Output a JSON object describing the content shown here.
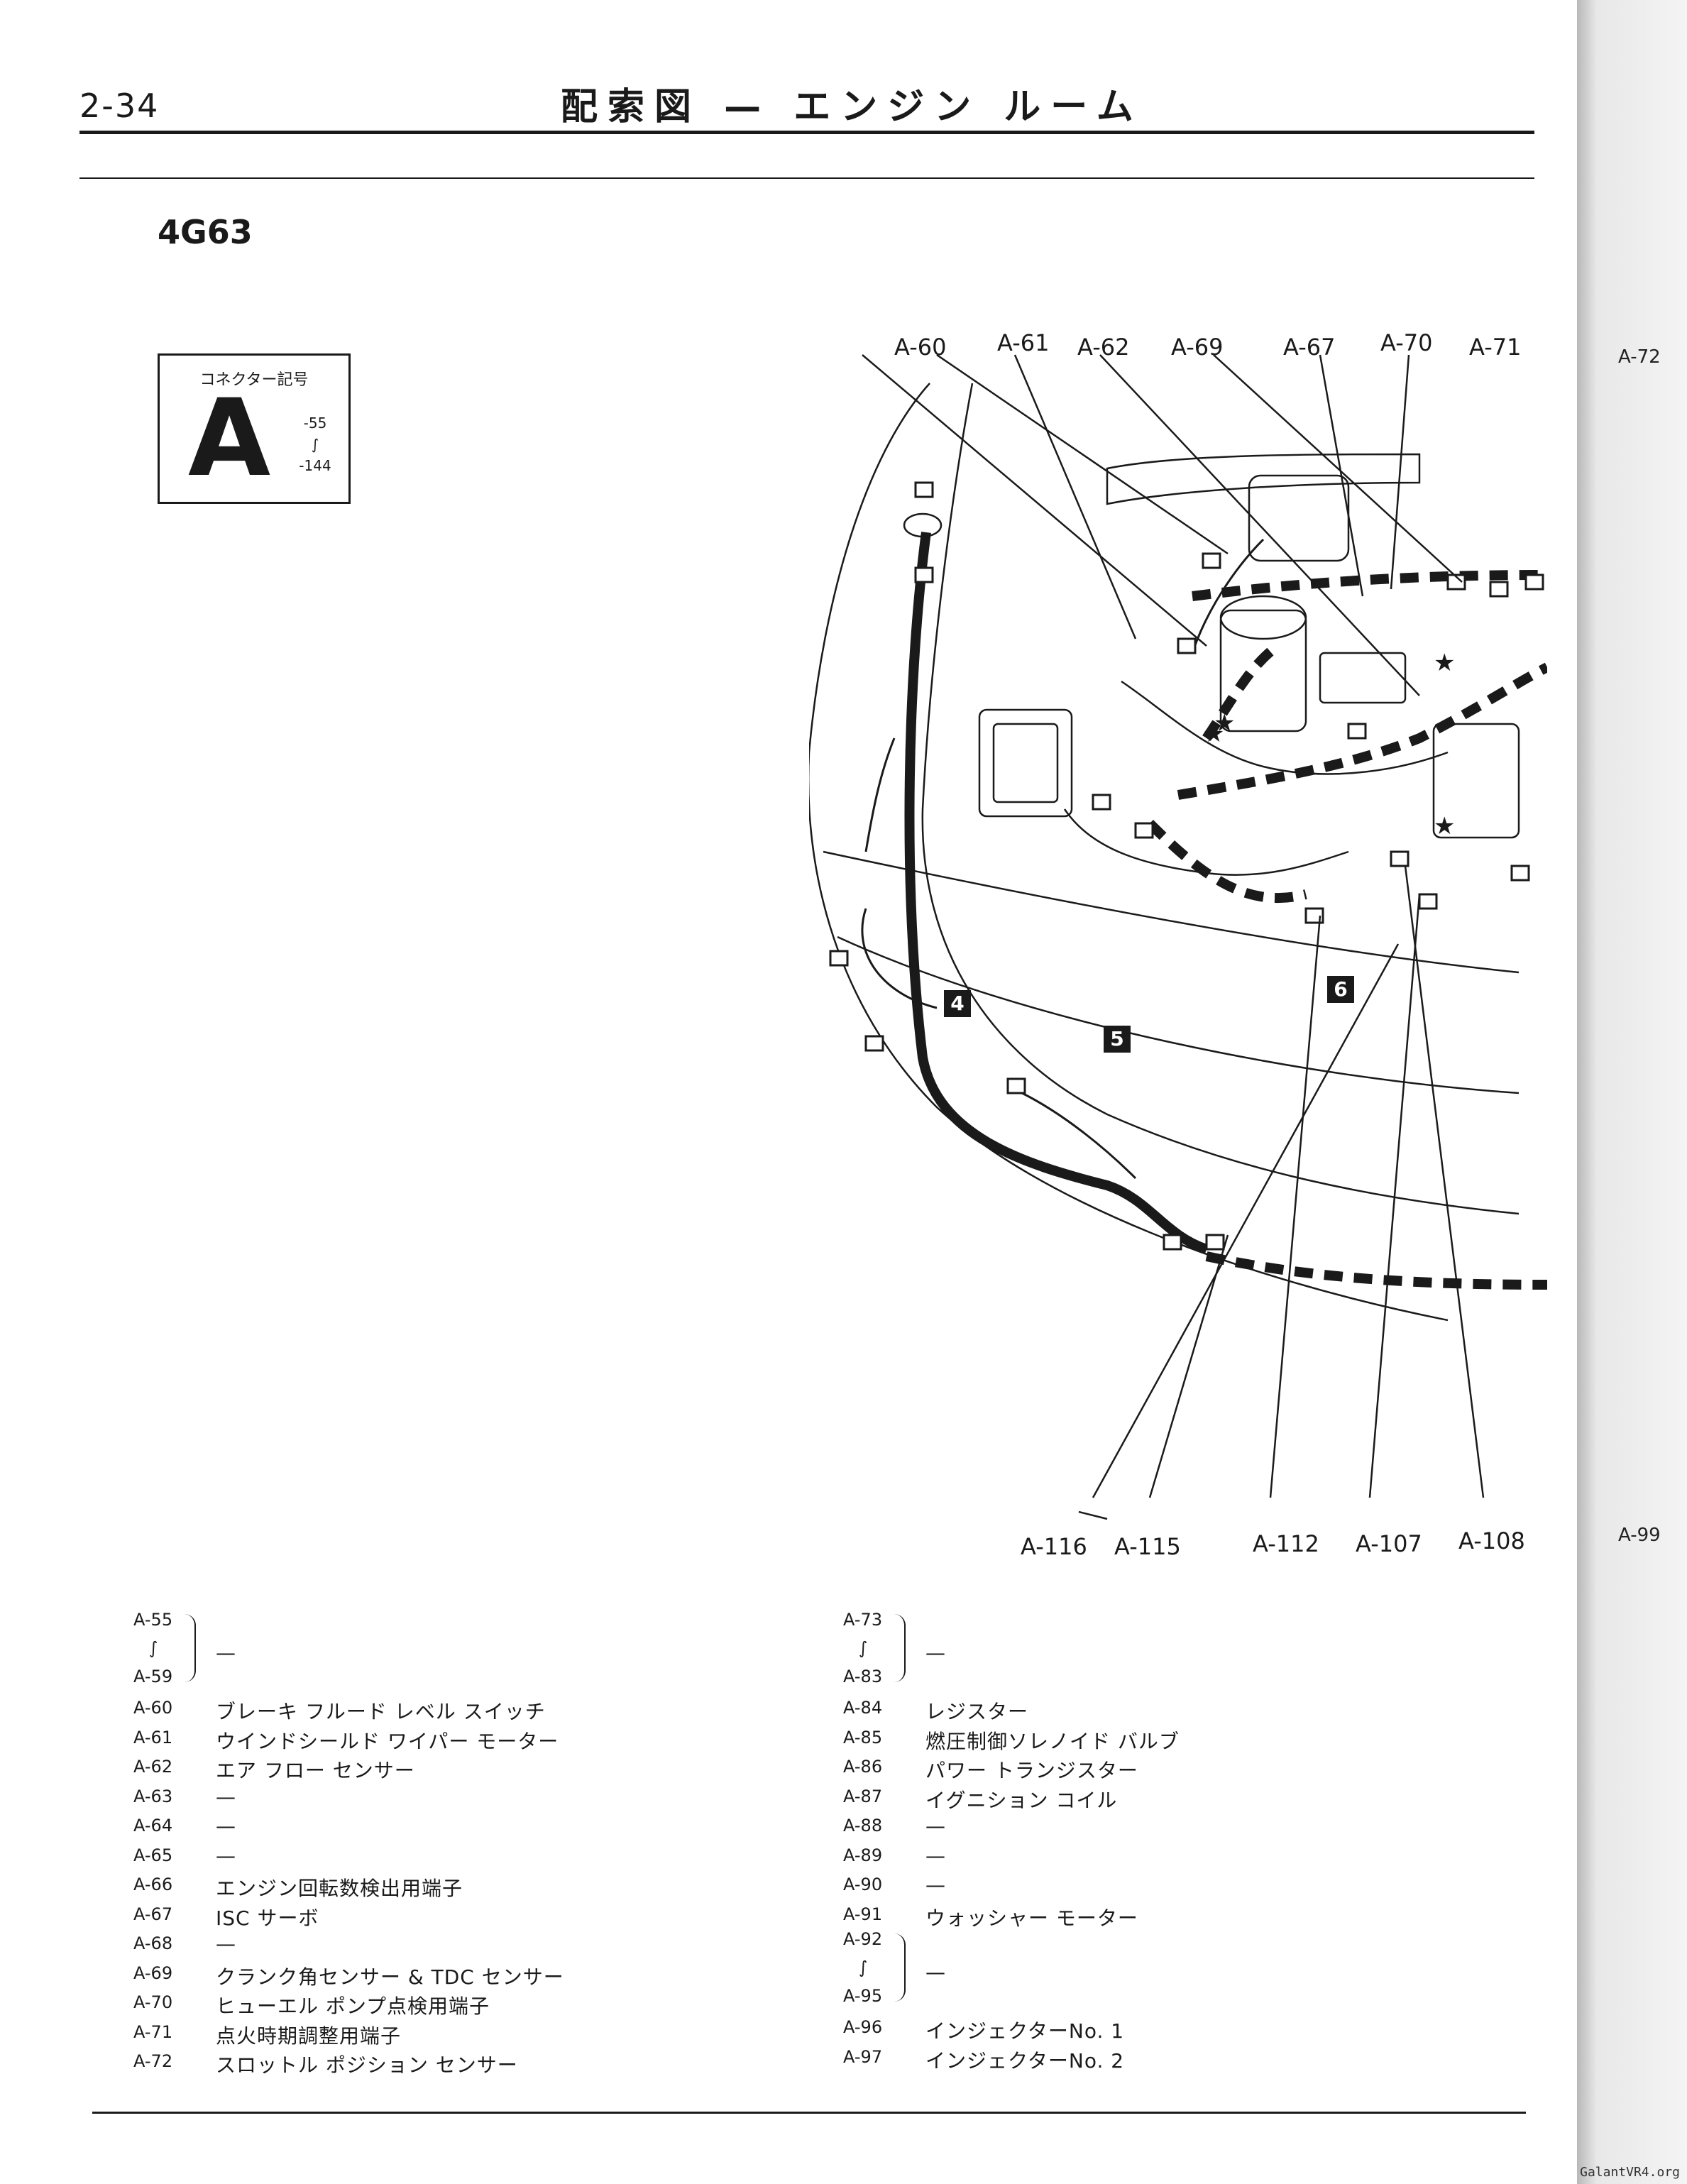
{
  "header": {
    "page_number": "2-34",
    "title": "配索図 — エンジン ルーム"
  },
  "engine_code": "4G63",
  "connector_symbol": {
    "caption": "コネクター記号",
    "letter": "A",
    "range_start": "-55",
    "range_sep": "∫",
    "range_end": "-144"
  },
  "diagram": {
    "top_callouts": [
      "A-60",
      "A-61",
      "A-62",
      "A-69",
      "A-67",
      "A-70",
      "A-71"
    ],
    "bottom_callouts": [
      "A-116",
      "A-115",
      "A-112",
      "A-107",
      "A-108"
    ],
    "markers": [
      "4",
      "5",
      "6"
    ]
  },
  "legend_left": {
    "group": {
      "from": "A-55",
      "sep": "∫",
      "to": "A-59",
      "desc": "—"
    },
    "rows": [
      {
        "code": "A-60",
        "desc": "ブレーキ フルード レベル スイッチ"
      },
      {
        "code": "A-61",
        "desc": "ウインドシールド ワイパー モーター"
      },
      {
        "code": "A-62",
        "desc": "エア フロー センサー"
      },
      {
        "code": "A-63",
        "desc": "—"
      },
      {
        "code": "A-64",
        "desc": "—"
      },
      {
        "code": "A-65",
        "desc": "—"
      },
      {
        "code": "A-66",
        "desc": "エンジン回転数検出用端子"
      },
      {
        "code": "A-67",
        "desc": "ISC サーボ"
      },
      {
        "code": "A-68",
        "desc": "—"
      },
      {
        "code": "A-69",
        "desc": "クランク角センサー & TDC センサー"
      },
      {
        "code": "A-70",
        "desc": "ヒューエル ポンプ点検用端子"
      },
      {
        "code": "A-71",
        "desc": "点火時期調整用端子"
      },
      {
        "code": "A-72",
        "desc": "スロットル ポジション センサー"
      }
    ]
  },
  "legend_right": {
    "group_top": {
      "from": "A-73",
      "sep": "∫",
      "to": "A-83",
      "desc": "—"
    },
    "rows_a": [
      {
        "code": "A-84",
        "desc": "レジスター"
      },
      {
        "code": "A-85",
        "desc": "燃圧制御ソレノイド バルブ"
      },
      {
        "code": "A-86",
        "desc": "パワー トランジスター"
      },
      {
        "code": "A-87",
        "desc": "イグニション コイル"
      },
      {
        "code": "A-88",
        "desc": "—"
      },
      {
        "code": "A-89",
        "desc": "—"
      },
      {
        "code": "A-90",
        "desc": "—"
      },
      {
        "code": "A-91",
        "desc": "ウォッシャー モーター"
      }
    ],
    "group_mid": {
      "from": "A-92",
      "sep": "∫",
      "to": "A-95",
      "desc": "—"
    },
    "rows_b": [
      {
        "code": "A-96",
        "desc": "インジェクターNo. 1"
      },
      {
        "code": "A-97",
        "desc": "インジェクターNo. 2"
      }
    ]
  },
  "next_page": {
    "callout_top": "A-72",
    "callout_bottom": "A-99"
  },
  "footer": "GalantVR4.org"
}
